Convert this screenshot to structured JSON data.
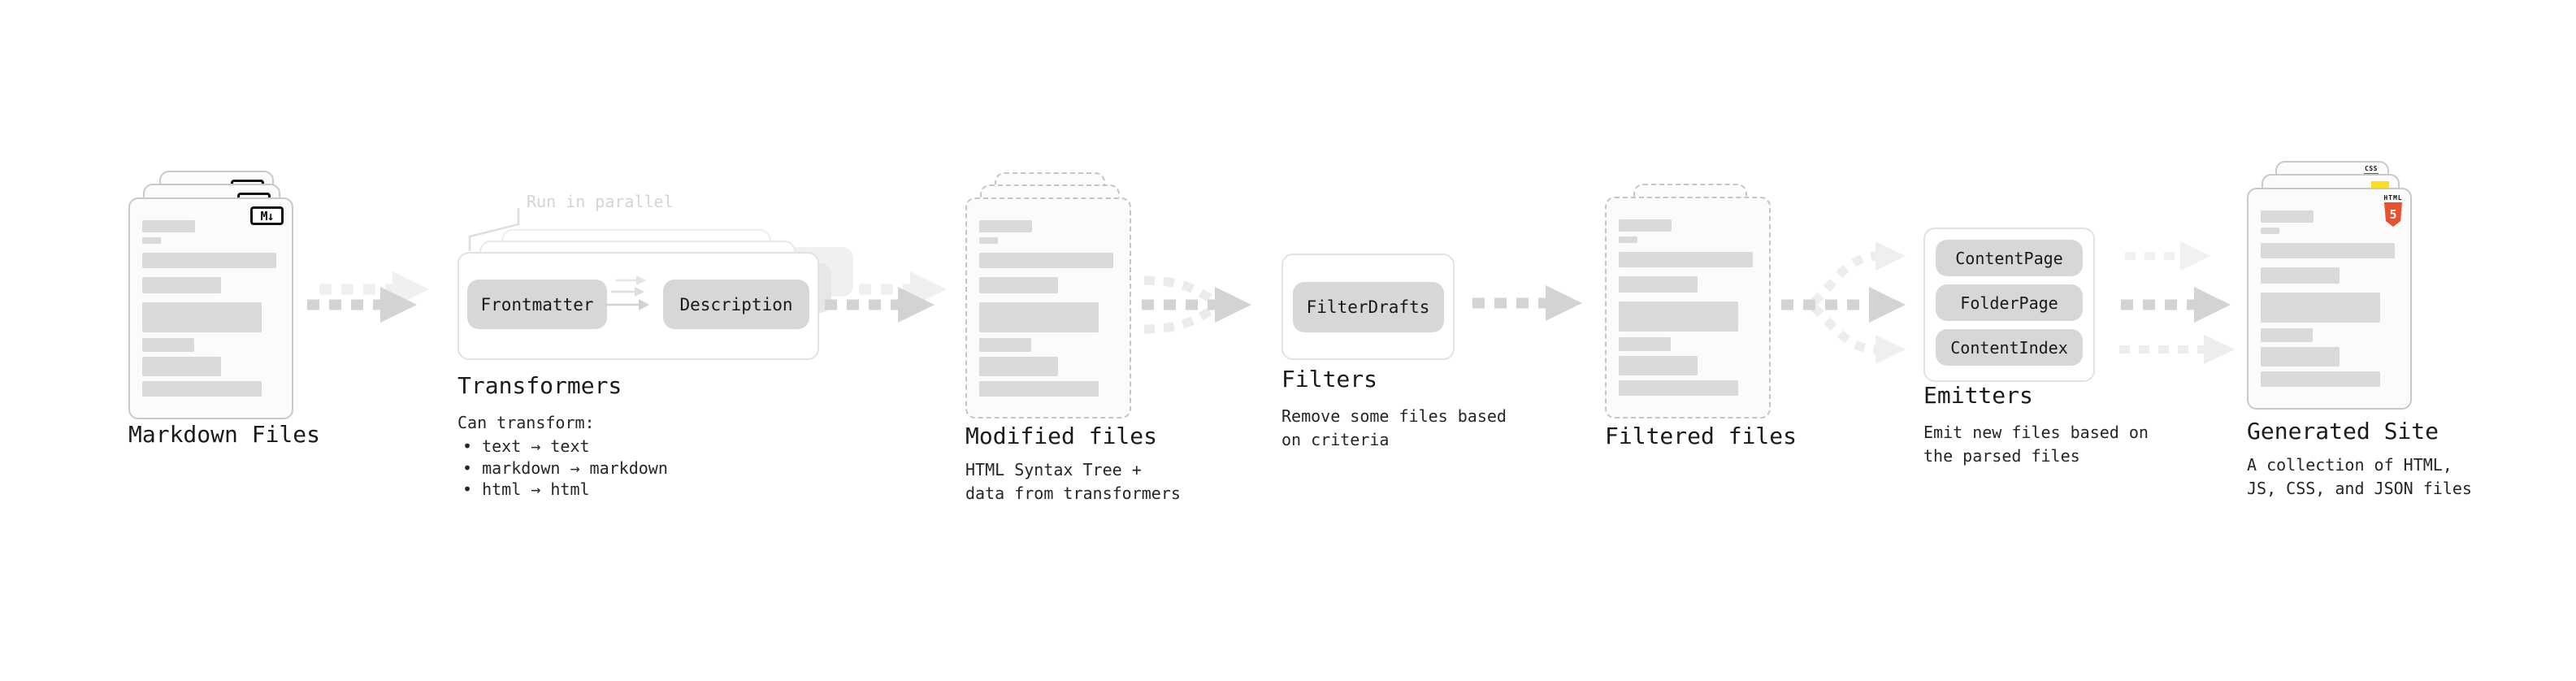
{
  "markdown_files": {
    "title": "Markdown Files",
    "badge": "M↓"
  },
  "transformers": {
    "annotation": "Run in parallel",
    "pills": {
      "frontmatter": "Frontmatter",
      "description": "Description"
    },
    "title": "Transformers",
    "subtitle_heading": "Can transform:",
    "bullets": [
      "• text → text",
      "• markdown → markdown",
      "• html → html"
    ]
  },
  "modified_files": {
    "title": "Modified files",
    "subtitle": "HTML Syntax Tree +\ndata from transformers"
  },
  "filters": {
    "pill": "FilterDrafts",
    "title": "Filters",
    "subtitle": "Remove some files based\non criteria"
  },
  "filtered_files": {
    "title": "Filtered files"
  },
  "emitters": {
    "pills": [
      "ContentPage",
      "FolderPage",
      "ContentIndex"
    ],
    "title": "Emitters",
    "subtitle": "Emit new files based on\nthe parsed files"
  },
  "generated_site": {
    "title": "Generated Site",
    "subtitle": "A collection of HTML,\nJS, CSS, and JSON files",
    "badges": {
      "css": "CSS",
      "html_label": "HTML",
      "html_number": "5"
    }
  },
  "colors": {
    "html5_orange": "#e8512c",
    "js_yellow": "#f7df1e",
    "css_blue": "#2b63e8",
    "ink": "#111111",
    "placeholder_gray": "#d9d9d9",
    "pill_gray": "#d7d7d7",
    "arrow_gray": "#d3d3d3"
  }
}
